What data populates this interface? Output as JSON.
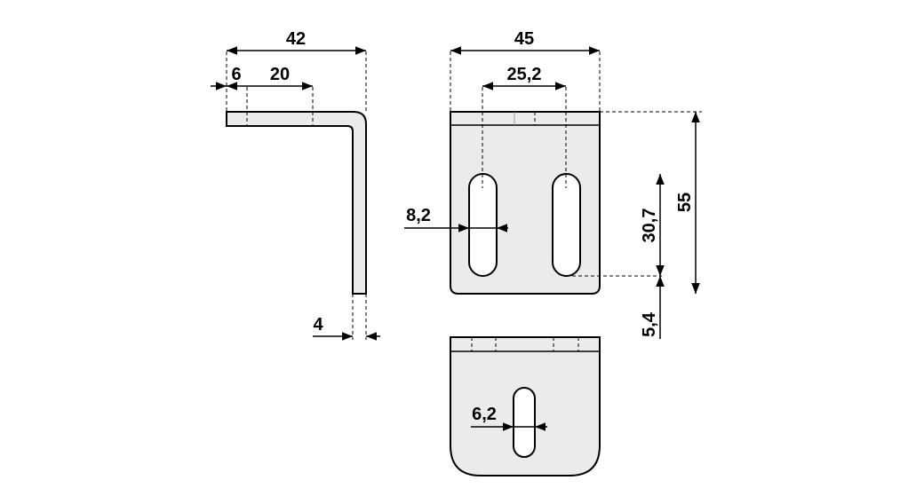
{
  "drawing": {
    "side_view": {
      "overall_width": "42",
      "offset": "6",
      "hole_center": "20",
      "thickness": "4"
    },
    "front_view": {
      "width": "45",
      "slot_spacing": "25,2",
      "slot_width": "8,2",
      "slot_length": "30,7",
      "height": "55",
      "bottom_offset": "5,4"
    },
    "variant_view": {
      "slot_width": "6,2"
    }
  }
}
